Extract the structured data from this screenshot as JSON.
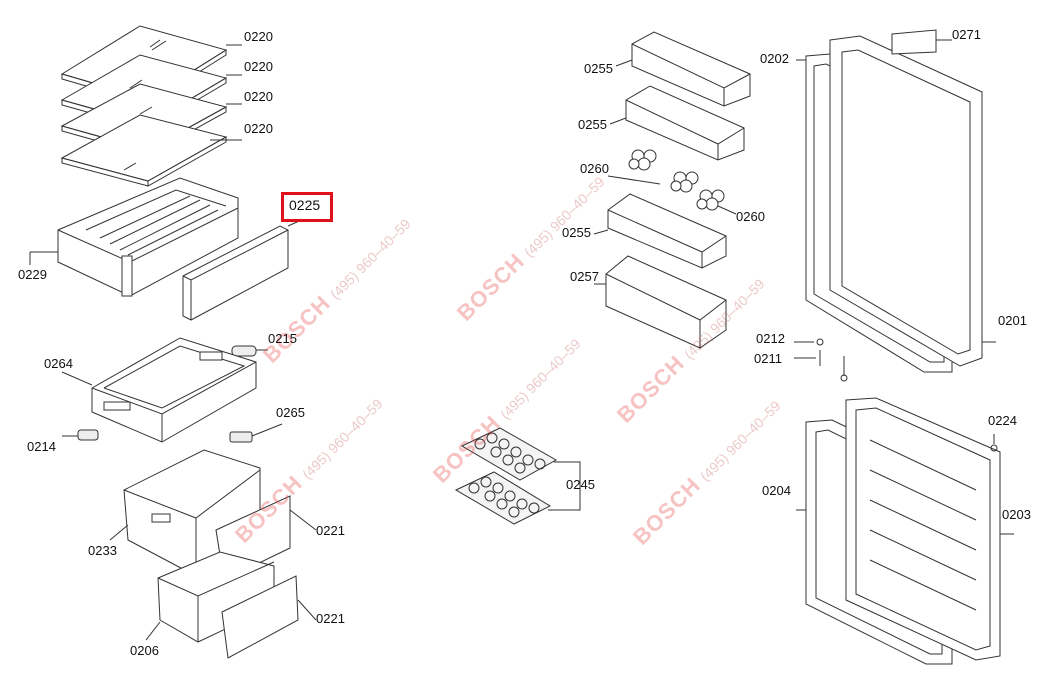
{
  "parts": {
    "p0220a": "0220",
    "p0220b": "0220",
    "p0220c": "0220",
    "p0220d": "0220",
    "p0225": "0225",
    "p0229": "0229",
    "p0215": "0215",
    "p0264": "0264",
    "p0265": "0265",
    "p0214": "0214",
    "p0233": "0233",
    "p0221a": "0221",
    "p0221b": "0221",
    "p0206": "0206",
    "p0255a": "0255",
    "p0255b": "0255",
    "p0255c": "0255",
    "p0260a": "0260",
    "p0260b": "0260",
    "p0257": "0257",
    "p0245": "0245",
    "p0202": "0202",
    "p0271": "0271",
    "p0201": "0201",
    "p0212": "0212",
    "p0211": "0211",
    "p0224": "0224",
    "p0204": "0204",
    "p0203": "0203"
  },
  "watermark": {
    "brand": "BOSCH",
    "phone": "(495) 960–40–59"
  },
  "highlight_color": "#e0101a"
}
